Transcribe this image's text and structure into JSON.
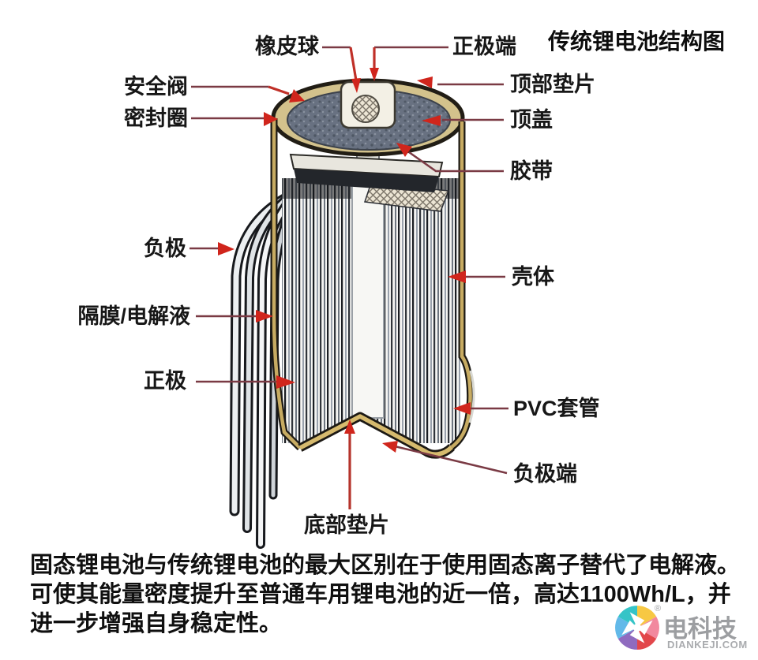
{
  "diagram": {
    "title": "传统锂电池结构图",
    "labels": {
      "rubber_ball": "橡皮球",
      "positive_terminal": "正极端",
      "safety_valve": "安全阀",
      "seal_ring": "密封圈",
      "top_gasket": "顶部垫片",
      "top_cover": "顶盖",
      "tape": "胶带",
      "negative_electrode": "负极",
      "separator_electrolyte": "隔膜/电解液",
      "positive_electrode": "正极",
      "shell": "壳体",
      "pvc_sleeve": "PVC套管",
      "negative_terminal": "负极端",
      "bottom_gasket": "底部垫片"
    }
  },
  "description": {
    "lines": [
      "固态锂电池与传统锂电池的最大区别在于使用固态离子替代了电解液。",
      "可使其能量密度提升至普通车用锂电池的近一倍，高达1100Wh/L，并",
      "进一步增强自身稳定性。"
    ]
  },
  "watermark": {
    "brand": "电科技",
    "site": "DIANKEJI.COM",
    "registered_mark": "®"
  },
  "colors": {
    "arrow_red": "#d0251c",
    "leader_maroon": "#7a3a44",
    "case_gold": "#c7ab62",
    "top_disc_gray": "#687181",
    "text_black": "#171717",
    "watermark_gray": "#9c9ea1"
  }
}
